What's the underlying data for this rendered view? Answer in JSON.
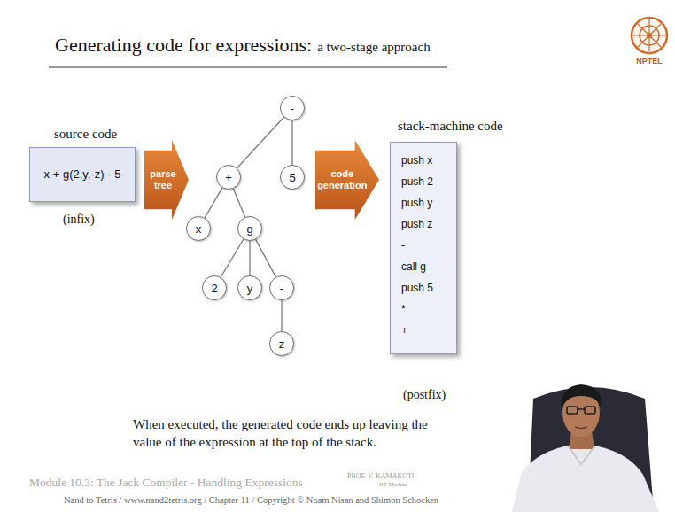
{
  "diagram": {
    "title": "Generating code for expressions:",
    "nodes": [
      {
        "text": [
          "source code",
          "x + g(2,y,-z) - 5"
        ]
      },
      {
        "text": [
          "parse tree"
        ]
      },
      {
        "text": [
          "-"
        ]
      },
      {
        "text": [
          "+"
        ]
      },
      {
        "text": [
          "5"
        ]
      },
      {
        "text": [
          "x"
        ]
      },
      {
        "text": [
          "g"
        ]
      },
      {
        "text": [
          "2"
        ]
      },
      {
        "text": [
          "y"
        ]
      },
      {
        "text": [
          "-"
        ]
      },
      {
        "text": [
          "z"
        ]
      },
      {
        "text": [
          "code generation"
        ]
      },
      {
        "text": [
          "stack-machine code",
          "push x",
          "push 2",
          "push y",
          "push z",
          "-",
          "call g",
          "push 5",
          "*",
          "+"
        ]
      }
    ],
    "edges": [
      {
        "from": 2,
        "to": 3,
        "arrow": "none"
      },
      {
        "from": 2,
        "to": 4,
        "arrow": "none"
      },
      {
        "from": 3,
        "to": 5,
        "arrow": "none"
      },
      {
        "from": 3,
        "to": 6,
        "arrow": "none"
      },
      {
        "from": 6,
        "to": 7,
        "arrow": "none"
      },
      {
        "from": 6,
        "to": 8,
        "arrow": "none"
      },
      {
        "from": 6,
        "to": 9,
        "arrow": "none"
      },
      {
        "from": 9,
        "to": 10,
        "arrow": "none"
      }
    ],
    "labels": [
      "a two-stage approach",
      "NPTEL",
      "(infix)",
      "(postfix)",
      "When executed, the generated code ends up leaving the value of the expression at the top of the stack.",
      "Module 10.3: The Jack Compiler - Handling Expressions",
      "PROF. V. KAMAKOTI",
      "IIT Madras",
      "Nand to Tetris / www.nand2tetris.org / Chapter 11 / Copyright © Noam Nisan and Shimon Schocken"
    ]
  }
}
